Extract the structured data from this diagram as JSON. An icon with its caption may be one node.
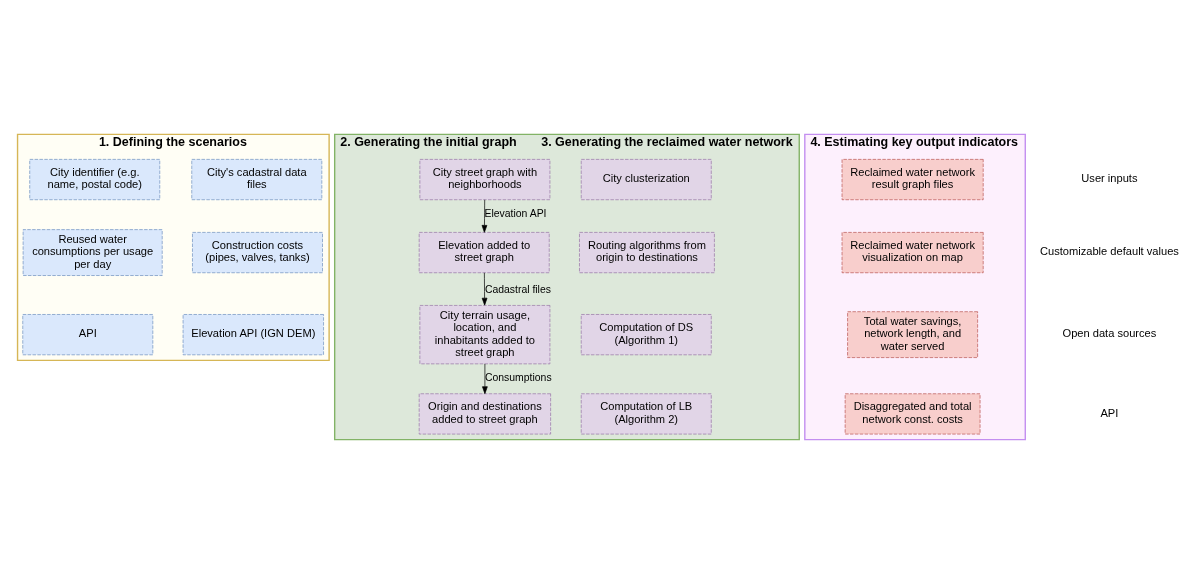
{
  "diagram": {
    "nodes": [
      {
        "text": [
          "1. Defining the scenarios"
        ]
      },
      {
        "text": [
          "City identifier (e.g. name, postal code)"
        ],
        "in": 0
      },
      {
        "text": [
          "City's cadastral data files"
        ],
        "in": 0
      },
      {
        "text": [
          "Reused water consumptions per usage per day"
        ],
        "in": 0
      },
      {
        "text": [
          "Construction costs (pipes, valves, tanks)"
        ],
        "in": 0
      },
      {
        "text": [
          "API"
        ],
        "in": 0
      },
      {
        "text": [
          "Elevation API (IGN DEM)"
        ],
        "in": 0
      },
      {
        "text": [
          "2. Generating the initial graph",
          "3. Generating the reclaimed water network"
        ]
      },
      {
        "text": [
          "City street graph with neighborhoods"
        ],
        "in": 7
      },
      {
        "text": [
          "Elevation added to street graph"
        ],
        "in": 7
      },
      {
        "text": [
          "City terrain usage, location, and inhabitants added to street graph"
        ],
        "in": 7
      },
      {
        "text": [
          "Origin and destinations added to street graph"
        ],
        "in": 7
      },
      {
        "text": [
          "City clusterization"
        ],
        "in": 7
      },
      {
        "text": [
          "Routing algorithms from origin to destinations"
        ],
        "in": 7
      },
      {
        "text": [
          "Computation of DS (Algorithm 1)"
        ],
        "in": 7
      },
      {
        "text": [
          "Computation of LB (Algorithm 2)"
        ],
        "in": 7
      },
      {
        "text": [
          "4. Estimating key output indicators"
        ]
      },
      {
        "text": [
          "Reclaimed water network result graph files"
        ],
        "in": 16
      },
      {
        "text": [
          "Reclaimed water network visualization on map"
        ],
        "in": 16
      },
      {
        "text": [
          "Total water savings, network length, and water served"
        ],
        "in": 16
      },
      {
        "text": [
          "Disaggregated and total network const. costs"
        ],
        "in": 16
      }
    ],
    "edges": [
      {
        "from": 8,
        "to": 9,
        "arrow": "to",
        "label": "Elevation API"
      },
      {
        "from": 9,
        "to": 10,
        "arrow": "to",
        "label": "Cadastral files"
      },
      {
        "from": 10,
        "to": 11,
        "arrow": "to",
        "label": "Consumptions"
      }
    ],
    "labels": [
      "User inputs",
      "Customizable default values",
      "Open data sources",
      "API"
    ]
  }
}
